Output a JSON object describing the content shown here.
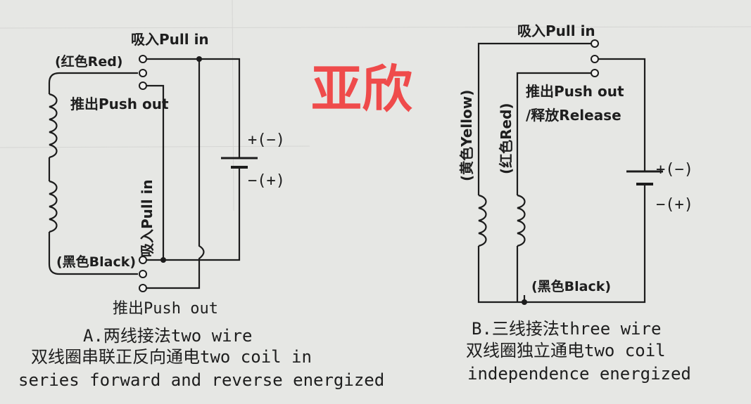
{
  "watermark": {
    "text": "亚欣",
    "color": "#ef4b4b"
  },
  "diagram_a": {
    "pull_in_top": "吸入Pull in",
    "red_wire": "(红色Red)",
    "push_out_top": "推出Push out",
    "pull_in_vertical": "吸入Pull in",
    "black_wire": "(黑色Black)",
    "push_out_bottom": "推出Push out",
    "battery_plus": "+(−)",
    "battery_minus": "−(+)",
    "caption_line1": "A.两线接法two wire",
    "caption_line2": "双线圈串联正反向通电two coil in",
    "caption_line3": "series forward and reverse energized"
  },
  "diagram_b": {
    "pull_in_top": "吸入Pull in",
    "push_out": "推出Push out",
    "release": "/释放Release",
    "yellow_wire": "(黄色Yellow)",
    "red_wire": "(红色Red)",
    "black_wire": "(黑色Black)",
    "battery_plus": "+(−)",
    "battery_minus": "−(+)",
    "caption_line1": "B.三线接法three wire",
    "caption_line2": "双线圈独立通电two coil",
    "caption_line3": "independence energized"
  }
}
